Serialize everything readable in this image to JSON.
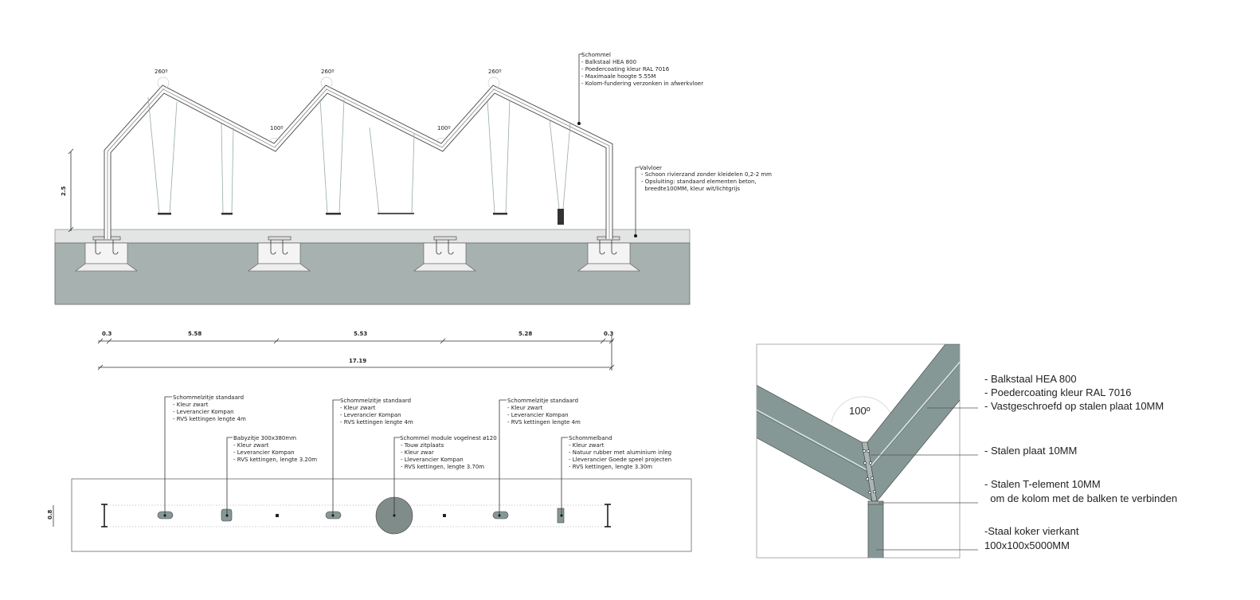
{
  "elevation": {
    "angles": {
      "peak": "260º",
      "valley": "100º"
    },
    "height_dim": "2.5",
    "callout_schommel": {
      "title": "Schommel",
      "lines": [
        "- Balkstaal HEA 800",
        "- Poedercoating kleur RAL 7016",
        "- Maximaale hoogte 5.55M",
        "- Kolom-fundering verzonken in afwerkvloer"
      ]
    },
    "callout_valvloer": {
      "title": "Valvloer",
      "lines": [
        "- Schoon rivierzand zonder kleidelen 0,2-2 mm",
        "- Opsluiting: standaard elementen beton,",
        "  breedte100MM, kleur wit/lichtgrijs"
      ]
    }
  },
  "dimensions": {
    "segments": [
      "0.3",
      "5.58",
      "5.53",
      "5.28",
      "0.3"
    ],
    "total": "17.19",
    "plan_width": "0.8"
  },
  "plan_callouts": [
    {
      "title": "Schommelzitje standaard",
      "lines": [
        "- Kleur zwart",
        "- Leverancier Kompan",
        "- RVS kettingen lengte 4m"
      ]
    },
    {
      "title": "Babyzitje 300x380mm",
      "lines": [
        "- Kleur zwart",
        "- Leverancier Kompan",
        "- RVS kettingen, lengte 3.20m"
      ]
    },
    {
      "title": "Schommelzitje standaard",
      "lines": [
        "- Kleur zwart",
        "- Leverancier Kompan",
        "- RVS kettingen lengte 4m"
      ]
    },
    {
      "title": "Schommel module vogelnest ø120",
      "lines": [
        "- Touw zitplaats",
        "- Kleur zwar",
        "- Lleverancier Kompan",
        "- RVS kettingen, lengte 3.70m"
      ]
    },
    {
      "title": "Schommelzitje standaard",
      "lines": [
        "- Kleur zwart",
        "- Leverancier Kompan",
        "- RVS kettingen lengte 4m"
      ]
    },
    {
      "title": "Schommelband",
      "lines": [
        "- Kleur zwart",
        "- Natuur rubber met aluminium inleg",
        "- Lleverancier Goede speel projecten",
        "- RVS kettingen, lengte 3.30m"
      ]
    }
  ],
  "detail": {
    "angle": "100º",
    "labels": [
      "- Balkstaal HEA 800",
      "- Poedercoating kleur RAL 7016",
      "- Vastgeschroefd op stalen plaat 10MM",
      "- Stalen plaat 10MM",
      "- Stalen T-element 10MM",
      "  om de kolom met de balken te verbinden",
      "-Staal koker vierkant",
      "100x100x5000MM"
    ]
  },
  "colors": {
    "steel": "#869896",
    "soil": "#a7b1af",
    "surface": "#e2e5e4"
  }
}
